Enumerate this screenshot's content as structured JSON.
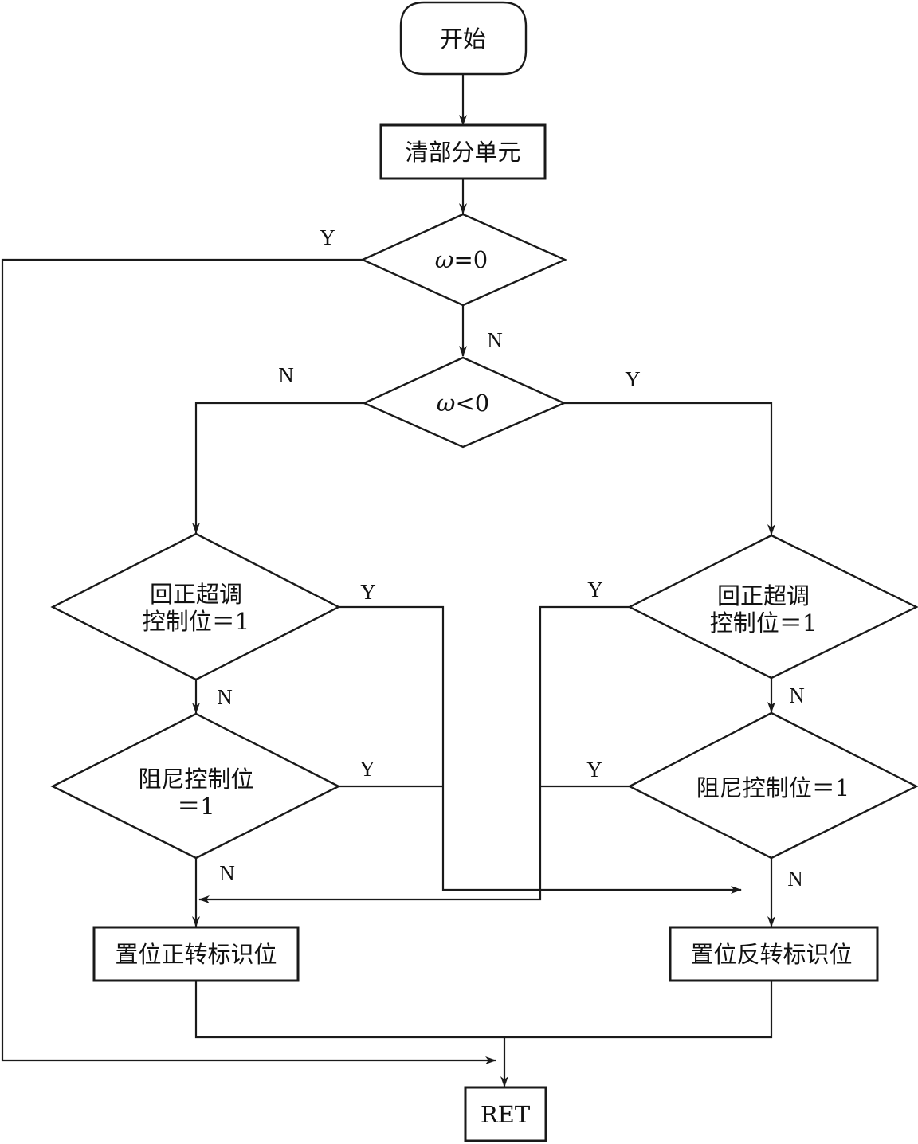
{
  "nodes": {
    "start": "开始",
    "clear": "清部分单元",
    "cond_zero_symbol": "ω",
    "cond_zero_rest": "=0",
    "cond_neg_symbol": "ω",
    "cond_neg_rest": "<0",
    "left_overshoot_line1": "回正超调",
    "left_overshoot_line2": "控制位＝1",
    "left_damping_line1": "阻尼控制位",
    "left_damping_line2": "＝1",
    "right_overshoot_line1": "回正超调",
    "right_overshoot_line2": "控制位＝1",
    "right_damping": "阻尼控制位＝1",
    "set_forward": "置位正转标识位",
    "set_reverse": "置位反转标识位",
    "ret": "RET"
  },
  "labels": {
    "yes": "Y",
    "no": "N"
  }
}
